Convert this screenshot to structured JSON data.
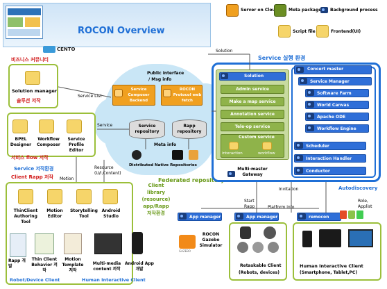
{
  "title": "ROCON Overview",
  "cento": "CENTO",
  "legend": {
    "server_on_cloud": "Server on Cloud",
    "meta_package": "Meta package",
    "background_process": "Background process",
    "script_file": "Script file",
    "frontend": "Frontend(UI)"
  },
  "business_community": "비즈니스 커뮤니티",
  "solution_manager": "Solution manager",
  "solution_auth": "솔루션 저작",
  "service_list": "Service List",
  "service": "Service",
  "solution_edge": "Solution",
  "public_interface": "Public interface",
  "msg_info": "/ Msg info",
  "composer_backend": "Service Composer Backend",
  "protocol_fetch": "ROCON Protocol web fetch",
  "service_repository": "Service repository",
  "rapp_repository": "Rapp repository",
  "meta_info": "Meta info",
  "distributed_native": "Distributed Native Repositories",
  "federated_repo": "Federated repository",
  "service_tools": [
    "BPEL Designer",
    "Workflow Composer",
    "Service Profile Editor"
  ],
  "service_flow_auth": "서비스 flow 저작",
  "service_env": "Service 저작환경",
  "resource": "Resource (U/I,Content)",
  "client_rapp_auth": "Client Rapp 저작",
  "motion_template": "Motion template",
  "client_library": [
    "Client",
    "library",
    "(resource)",
    "app/Rapp",
    "저작환경"
  ],
  "client_tools": [
    "ThinClient Authoring Tool",
    "Motion Editor",
    "Storytelling Tool",
    "Android Studio"
  ],
  "bottom_items": [
    "Rapp 개발",
    "Thin Client Behavior 저작",
    "Motion Template 저작",
    "Multi-media content 저작",
    "Android App 개발"
  ],
  "robot_device_client": "Robot/Device Client",
  "human_interactive_client": "Human Interactive Client",
  "service_env_kr": "Service 실행 환경",
  "solution_panel": {
    "header": "Solution",
    "services": [
      "Admin service",
      "Make a map service",
      "Annotation service",
      "Tele-op service",
      "Custom service"
    ],
    "custom_items": [
      "interaction",
      "workflow"
    ]
  },
  "concert": {
    "header": "Concert master",
    "items": [
      "Service Manager",
      "Software Farm",
      "World Canvas",
      "Apache ODE",
      "Workflow Engine",
      "Scheduler",
      "Interaction Handler",
      "Conductor"
    ]
  },
  "multi_master": "Multi-master Gateway",
  "autodiscovery": "Autodiscovery",
  "invitation": "Invitation",
  "start_rapp": "Start Rapp",
  "platform_info": "Platform info",
  "role_applist": "Role, Applist",
  "app_manager": "App manager",
  "gazebo": "ROCON Gazebo Simulator",
  "gazebo_logo": "GAZEBO",
  "remocon": "remocon",
  "retaskable": "Retaskable Client",
  "retaskable_sub": "(Robots, devices)",
  "human_client": "Human Interactive Client",
  "human_client_sub": "(Smartphone, Tablet,PC)"
}
